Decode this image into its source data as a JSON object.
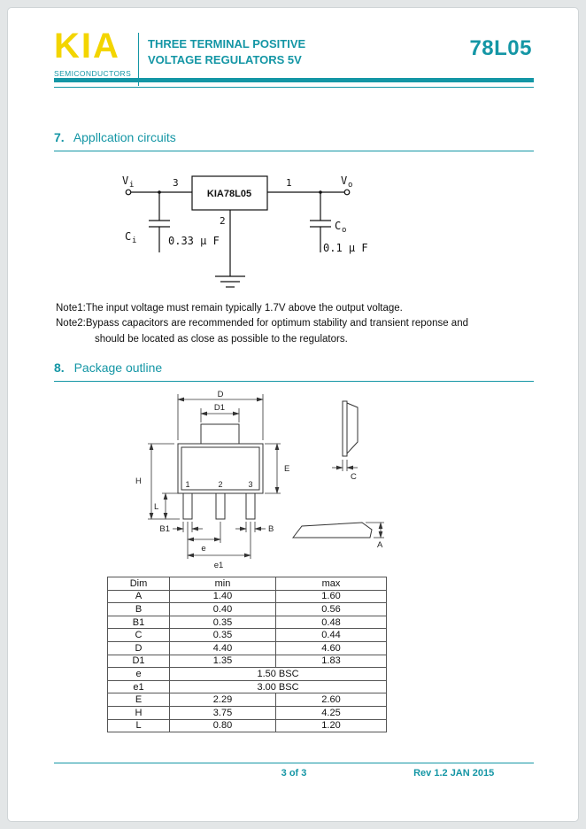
{
  "colors": {
    "accent": "#1496a5",
    "logo_yellow": "#f3d500"
  },
  "header": {
    "logo": "KIA",
    "logo_subtitle": "SEMICONDUCTORS",
    "title_line1": "THREE TERMINAL POSITIVE",
    "title_line2": "VOLTAGE REGULATORS 5V",
    "part_number": "78L05"
  },
  "sections": {
    "application": {
      "number": "7.",
      "title": "Appllcation circuits"
    },
    "package": {
      "number": "8.",
      "title": "Package outline"
    }
  },
  "circuit": {
    "chip_label": "KIA78L05",
    "pin_top_left": "3",
    "pin_top_right": "1",
    "pin_bottom": "2",
    "vin": {
      "base": "V",
      "sub": "i"
    },
    "vout": {
      "base": "V",
      "sub": "o"
    },
    "cin": {
      "base": "C",
      "sub": "i"
    },
    "cout": {
      "base": "C",
      "sub": "o"
    },
    "cin_value": "0.33 μ F",
    "cout_value": "0.1 μ F"
  },
  "notes": {
    "line1": "Note1:The input voltage must remain typically 1.7V above the output voltage.",
    "line2": "Note2:Bypass capacitors are recommended for optimum stability and transient reponse and",
    "line3": "should be located as close as possible to the regulators."
  },
  "package": {
    "labels": {
      "d": "D",
      "d1": "D1",
      "h": "H",
      "e_dim": "E",
      "l": "L",
      "b1": "B1",
      "e_pitch": "e",
      "b": "B",
      "e1": "e1",
      "c": "C",
      "a": "A"
    },
    "pins": {
      "p1": "1",
      "p2": "2",
      "p3": "3"
    }
  },
  "dim_table": {
    "headers": [
      "Dim",
      "min",
      "max"
    ],
    "rows": [
      {
        "dim": "A",
        "min": "1.40",
        "max": "1.60"
      },
      {
        "dim": "B",
        "min": "0.40",
        "max": "0.56"
      },
      {
        "dim": "B1",
        "min": "0.35",
        "max": "0.48"
      },
      {
        "dim": "C",
        "min": "0.35",
        "max": "0.44"
      },
      {
        "dim": "D",
        "min": "4.40",
        "max": "4.60"
      },
      {
        "dim": "D1",
        "min": "1.35",
        "max": "1.83"
      },
      {
        "dim": "e",
        "span": "1.50 BSC"
      },
      {
        "dim": "e1",
        "span": "3.00 BSC"
      },
      {
        "dim": "E",
        "min": "2.29",
        "max": "2.60"
      },
      {
        "dim": "H",
        "min": "3.75",
        "max": "4.25"
      },
      {
        "dim": "L",
        "min": "0.80",
        "max": "1.20"
      }
    ]
  },
  "footer": {
    "page_info": "3 of 3",
    "revision": "Rev 1.2 JAN 2015"
  }
}
